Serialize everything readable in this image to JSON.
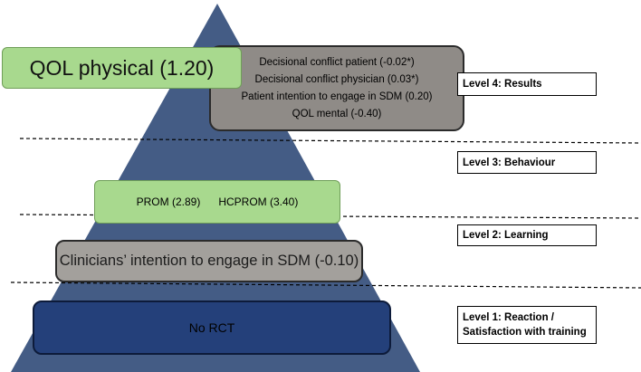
{
  "colors": {
    "pyramid": "#445c85",
    "green_box": "#a8d98e",
    "gray_box": "#8f8b87",
    "navy_box": "#24407a"
  },
  "boxes": {
    "qol_physical": "QOL physical (1.20)",
    "results_items": [
      "Decisional conflict patient (-0.02*)",
      "Decisional conflict physician (0.03*)",
      "Patient intention to engage in SDM (0.20)",
      "QOL mental (-0.40)"
    ],
    "prom": "PROM (2.89)",
    "hcprom": "HCPROM (3.40)",
    "clinicians": "Clinicians’ intention to engage in SDM (-0.10)",
    "no_rct": "No RCT"
  },
  "levels": {
    "level4": "Level 4: Results",
    "level3": "Level 3: Behaviour",
    "level2": "Level 2: Learning",
    "level1_line1": "Level 1: Reaction /",
    "level1_line2": "Satisfaction with training"
  }
}
